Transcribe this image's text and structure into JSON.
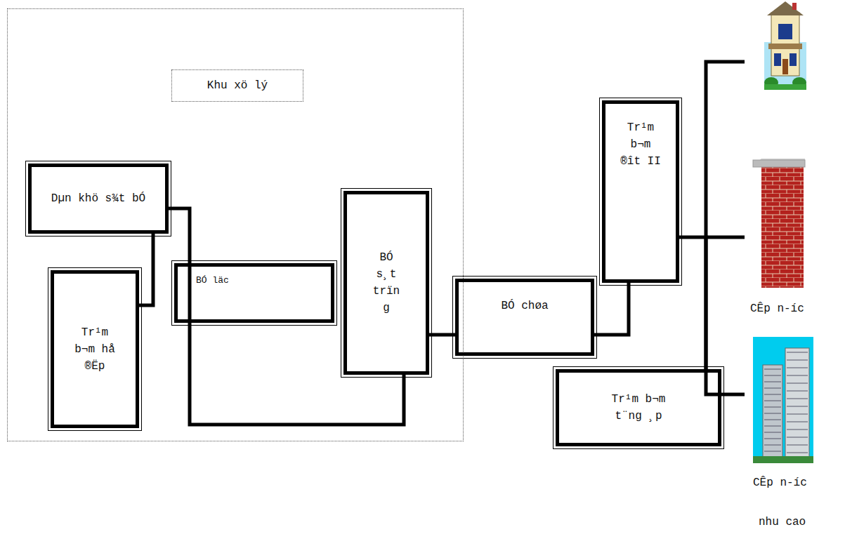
{
  "diagram": {
    "nodes": [
      {
        "text": [
          "Khu xö lý"
        ]
      },
      {
        "text": [
          "Dµn khö s¾t bÓ"
        ],
        "in": 0
      },
      {
        "text": [
          "Tr¹m b¬m hå ®Ëp"
        ],
        "in": 0
      },
      {
        "text": [
          "BÓ läc"
        ],
        "in": 0
      },
      {
        "text": [
          "BÓ s¸t trïn g"
        ],
        "in": 0
      },
      {
        "text": [
          "BÓ chøa"
        ]
      },
      {
        "text": [
          "Tr¹m b¬m ®ît II"
        ]
      },
      {
        "text": [
          "Tr¹m b¬m t¨ng ¸p"
        ]
      }
    ],
    "edges": [
      {
        "from": 2,
        "to": 1,
        "arrow": "none"
      },
      {
        "from": 1,
        "to": 4,
        "arrow": "none"
      },
      {
        "from": 4,
        "to": 5,
        "arrow": "none"
      },
      {
        "from": 5,
        "to": 6,
        "arrow": "none"
      },
      {
        "from": 6,
        "to": 7,
        "arrow": "none"
      }
    ],
    "labels": [
      "CÊp n-íc",
      "CÊp n-íc",
      "nhu cao"
    ]
  }
}
